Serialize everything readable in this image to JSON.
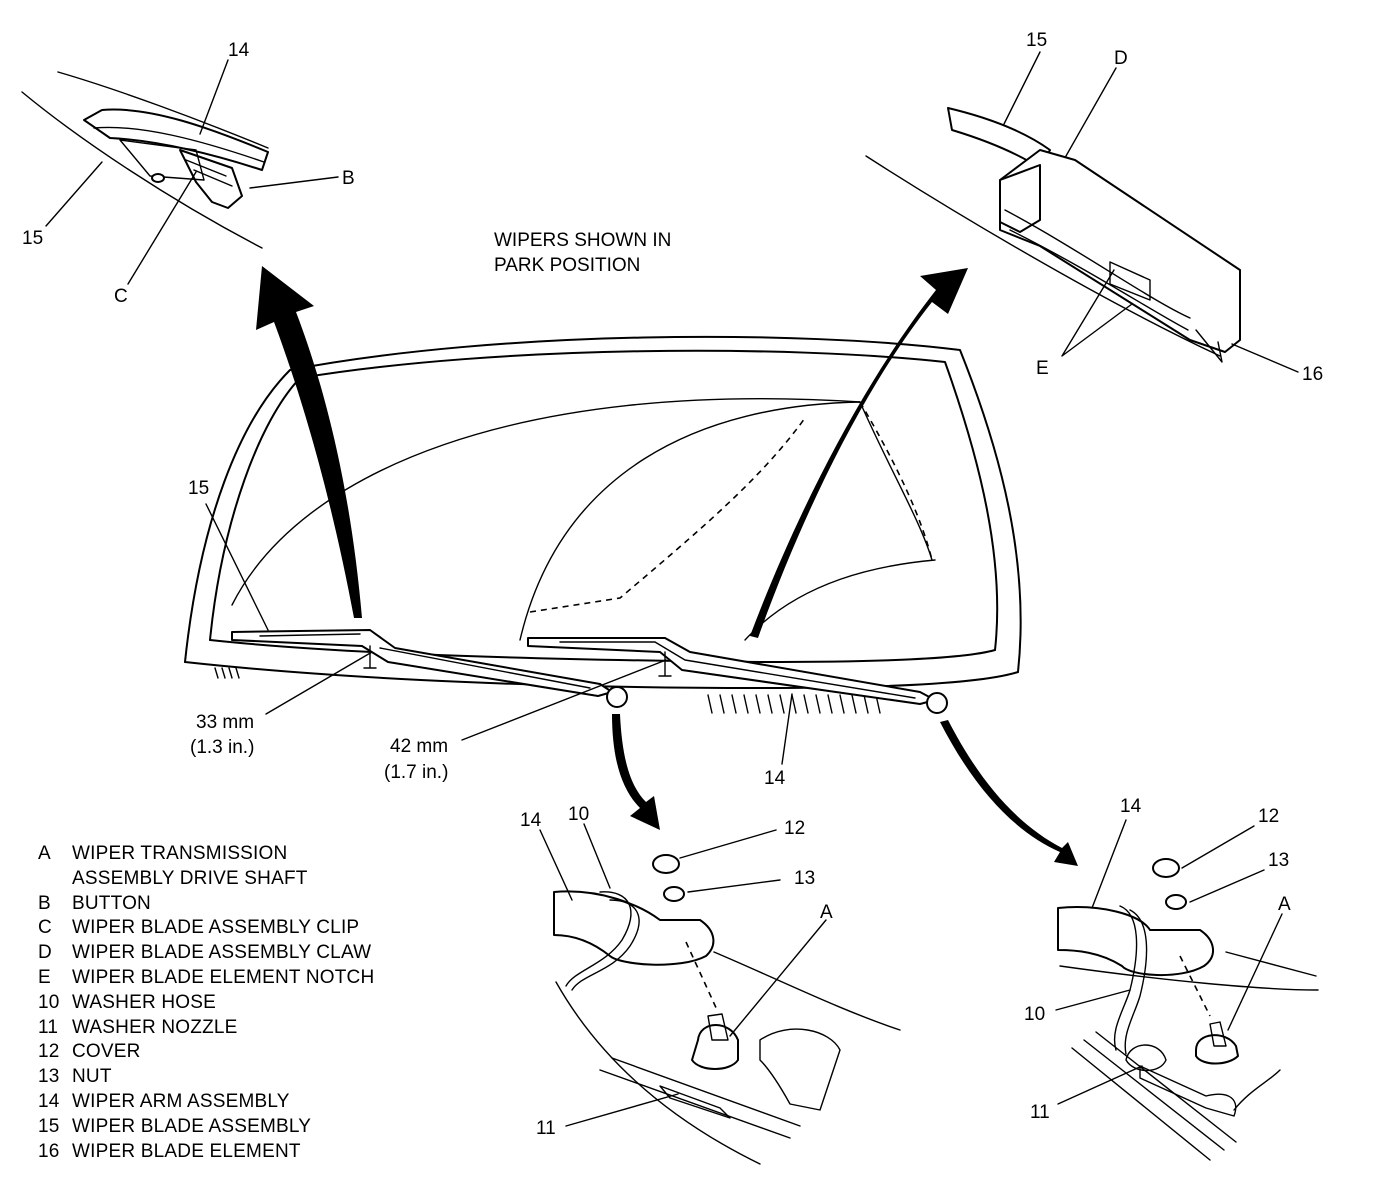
{
  "note": {
    "line1": "WIPERS SHOWN IN",
    "line2": "PARK POSITION"
  },
  "dimensions": [
    {
      "mm": "33 mm",
      "inch": "(1.3 in.)"
    },
    {
      "mm": "42 mm",
      "inch": "(1.7 in.)"
    }
  ],
  "callouts": {
    "tl_14": "14",
    "tl_15": "15",
    "tl_b": "B",
    "tl_c": "C",
    "tr_15": "15",
    "tr_d": "D",
    "tr_e": "E",
    "tr_16": "16",
    "mid_15": "15",
    "mid_14": "14",
    "bm_14": "14",
    "bm_10": "10",
    "bm_12": "12",
    "bm_13": "13",
    "bm_a": "A",
    "bm_11": "11",
    "br_14": "14",
    "br_12": "12",
    "br_13": "13",
    "br_a": "A",
    "br_10": "10",
    "br_11": "11"
  },
  "legend": [
    {
      "key": "A",
      "text": "WIPER TRANSMISSION"
    },
    {
      "key": "",
      "text": "ASSEMBLY DRIVE SHAFT"
    },
    {
      "key": "B",
      "text": "BUTTON"
    },
    {
      "key": "C",
      "text": "WIPER BLADE ASSEMBLY CLIP"
    },
    {
      "key": "D",
      "text": "WIPER BLADE ASSEMBLY CLAW"
    },
    {
      "key": "E",
      "text": "WIPER BLADE ELEMENT NOTCH"
    },
    {
      "key": "10",
      "text": "WASHER HOSE"
    },
    {
      "key": "11",
      "text": "WASHER NOZZLE"
    },
    {
      "key": "12",
      "text": "COVER"
    },
    {
      "key": "13",
      "text": "NUT"
    },
    {
      "key": "14",
      "text": "WIPER ARM ASSEMBLY"
    },
    {
      "key": "15",
      "text": "WIPER BLADE ASSEMBLY"
    },
    {
      "key": "16",
      "text": "WIPER BLADE ELEMENT"
    }
  ]
}
